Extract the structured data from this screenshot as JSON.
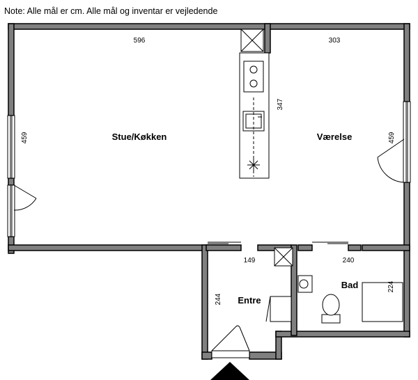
{
  "note": "Note: Alle mål er cm. Alle mål og inventar er vejledende",
  "rooms": {
    "living_kitchen": "Stue/Køkken",
    "bedroom": "Værelse",
    "entrance": "Entre",
    "bathroom": "Bad"
  },
  "dimensions": {
    "living_width": "596",
    "living_depth": "459",
    "kitchen_length": "347",
    "bedroom_width": "303",
    "bedroom_depth": "459",
    "entrance_width": "149",
    "entrance_depth": "244",
    "bath_width": "240",
    "bath_depth": "224"
  },
  "colors": {
    "wall": "#808080",
    "line": "#000000",
    "background": "#ffffff"
  }
}
